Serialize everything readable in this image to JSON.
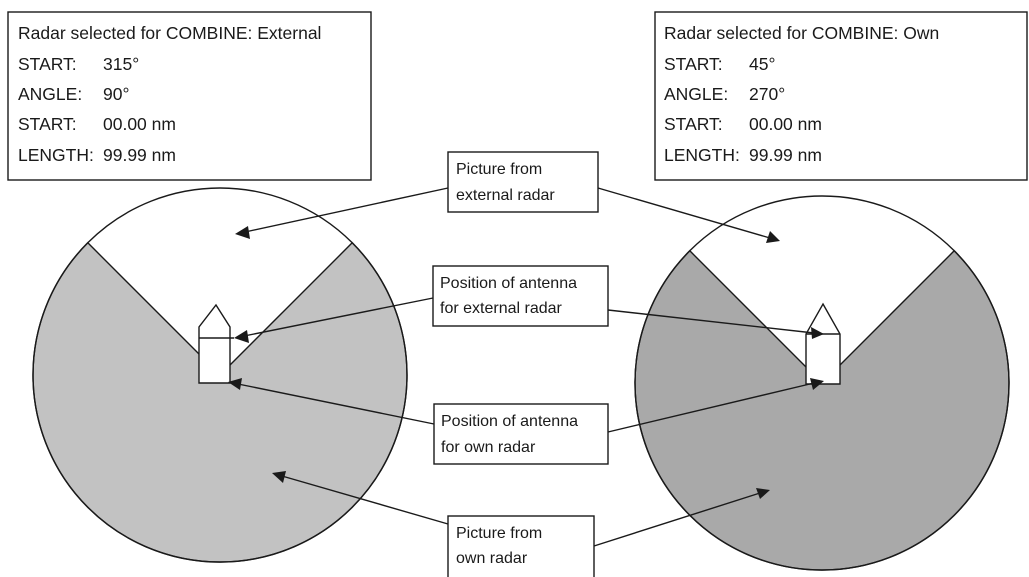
{
  "settings_left": {
    "title": "Radar selected for COMBINE: External",
    "rows": [
      {
        "label": "START:",
        "value": "315°"
      },
      {
        "label": "ANGLE:",
        "value": "90°"
      },
      {
        "label": "START:",
        "value": "00.00 nm"
      },
      {
        "label": "LENGTH:",
        "value": "99.99 nm"
      }
    ]
  },
  "settings_right": {
    "title": "Radar selected for COMBINE: Own",
    "rows": [
      {
        "label": "START:",
        "value": "45°"
      },
      {
        "label": "ANGLE:",
        "value": "270°"
      },
      {
        "label": "START:",
        "value": "00.00 nm"
      },
      {
        "label": "LENGTH:",
        "value": "99.99 nm"
      }
    ]
  },
  "callouts": {
    "external_picture": [
      "Picture from",
      "external radar"
    ],
    "antenna_external": [
      "Position of antenna",
      "for external radar"
    ],
    "antenna_own": [
      "Position of antenna",
      "for own radar"
    ],
    "own_picture": [
      "Picture from",
      "own radar"
    ]
  },
  "colors": {
    "own_sector_left": "#c2c2c2",
    "own_sector_right": "#a9a9a9",
    "outline": "#1a1a1a",
    "background": "#ffffff"
  }
}
